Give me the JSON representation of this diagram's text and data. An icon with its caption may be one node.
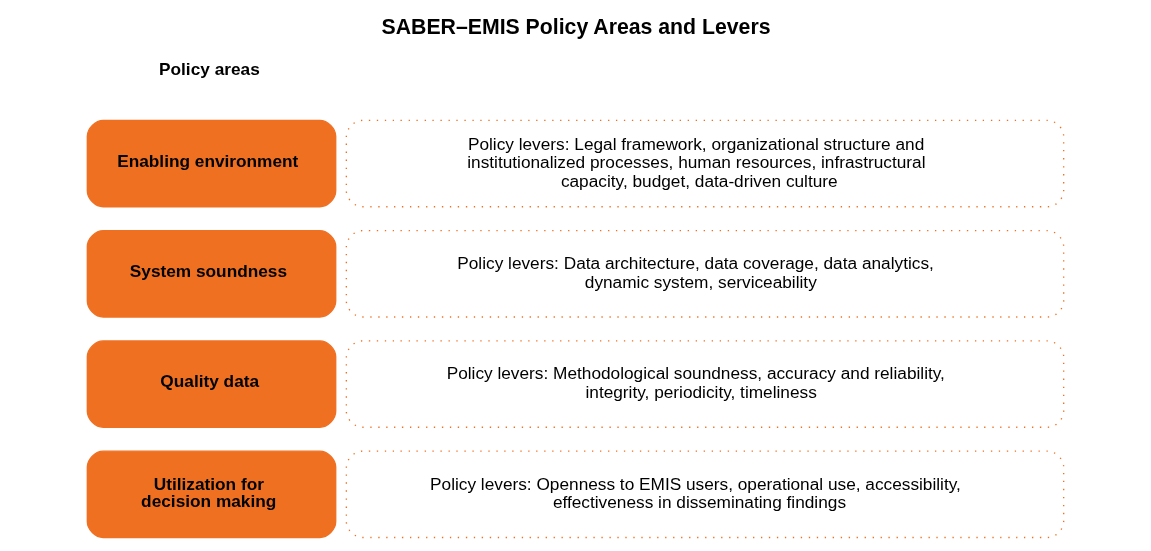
{
  "diagram": {
    "title": "SABER–EMIS Policy Areas and Levers",
    "nodes": [
      {
        "text": [
          "Enabling environment"
        ]
      },
      {
        "text": [
          "Policy levers: Legal framework, organizational structure and institutionalized processes, human resources, infrastructural capacity, budget, data-driven culture"
        ]
      },
      {
        "text": [
          "System soundness"
        ]
      },
      {
        "text": [
          "Policy levers: Data architecture, data coverage, data analytics, dynamic system, serviceability"
        ]
      },
      {
        "text": [
          "Quality data"
        ]
      },
      {
        "text": [
          "Policy levers: Methodological soundness, accuracy and reliability, integrity, periodicity, timeliness"
        ]
      },
      {
        "text": [
          "Utilization for decision making"
        ]
      },
      {
        "text": [
          "Policy levers: Openness to EMIS users, operational use, accessibility, effectiveness in disseminating findings"
        ]
      }
    ],
    "labels": [
      "Policy areas"
    ]
  }
}
